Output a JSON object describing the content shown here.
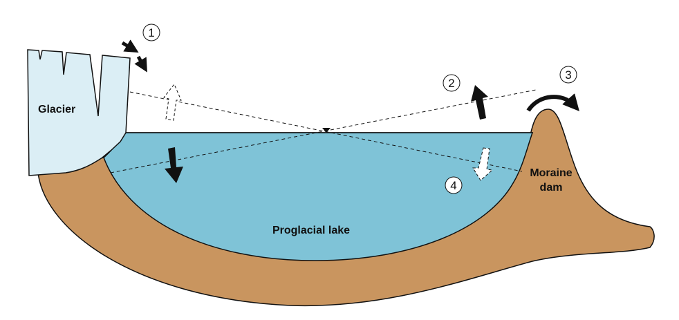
{
  "labels": {
    "glacier": "Glacier",
    "moraine_line1": "Moraine",
    "moraine_line2": "dam",
    "lake": "Proglacial lake"
  },
  "markers": [
    "1",
    "2",
    "3",
    "4"
  ],
  "colors": {
    "lake": "#7fc3d7",
    "ground": "#c9955f",
    "glacier": "#dbeef5",
    "outline": "#111111"
  }
}
